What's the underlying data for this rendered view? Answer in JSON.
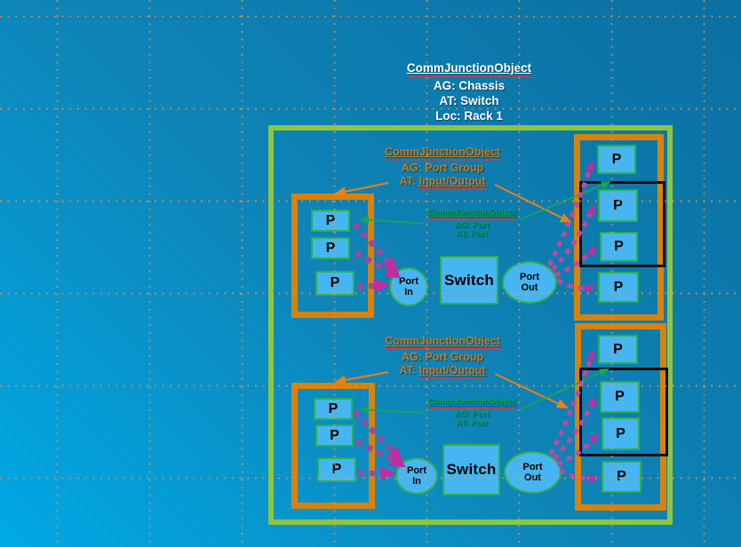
{
  "chassis_label": {
    "title": "CommJunctionObject",
    "ag": "AG: Chassis",
    "at": "AT: Switch",
    "loc": "Loc: Rack 1"
  },
  "port_group_label": {
    "title": "CommJunctionObject",
    "ag": "AG: Port Group",
    "at_prefix": "AT: ",
    "at_value": "Input/Output"
  },
  "port_label": {
    "title": "CommJunctionObject",
    "ag": "AG: Port",
    "at": "AT: Port"
  },
  "nodes": {
    "port": "P",
    "switch": "Switch",
    "port_in_line1": "Port",
    "port_in_line2": "In",
    "port_out_line1": "Port",
    "port_out_line2": "Out"
  },
  "colors": {
    "canvas_blue_light": "#00a9e6",
    "canvas_blue_dark": "#0b6fa1",
    "grid_dots": "#f4913f",
    "chassis_border_green": "#8dc63f",
    "port_group_border_orange": "#d9820b",
    "node_fill_blue": "#45b6f2",
    "node_border_green": "#2fae4a",
    "bracket_black": "#0d0d0d",
    "chassis_text_white": "#ffffff",
    "port_group_text_orange": "#c9791e",
    "port_text_green": "#00a551",
    "squiggle_red": "#e2372e",
    "orange_connector": "#ef7f17",
    "green_connector": "#17a94d",
    "magenta_dash": "#9b4a9d",
    "magenta_fan_dash": "#c2469f",
    "magenta_arrow": "#c32ba1"
  }
}
